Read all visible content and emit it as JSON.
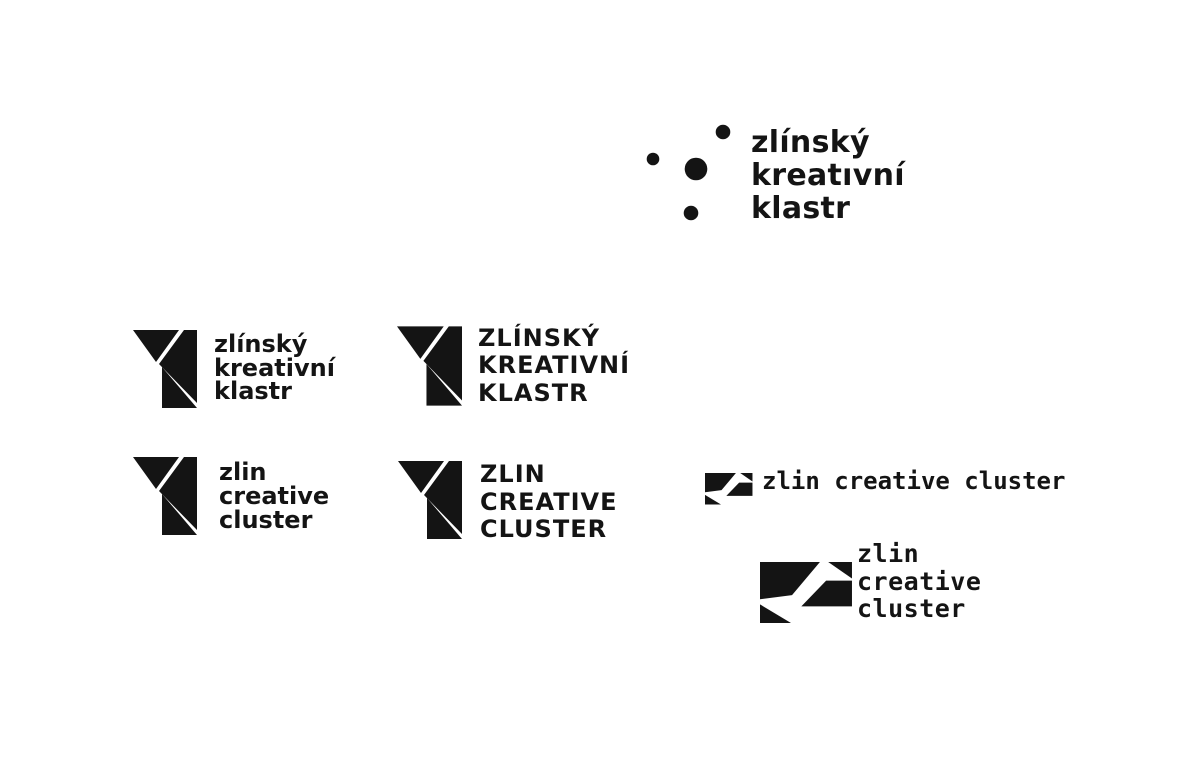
{
  "page": {
    "background": "#ffffff",
    "ink": "#141414"
  },
  "primary": {
    "mark": "four-dots-cluster",
    "lines": [
      "zlínský",
      "kreatıvní",
      "klastr"
    ]
  },
  "stencil_cz_lower": {
    "mark": "triangle-k-vertical",
    "lines": [
      "zlínský",
      "kreativní",
      "klastr"
    ]
  },
  "stencil_cz_upper": {
    "mark": "triangle-k-vertical",
    "lines": [
      "ZLÍNSKÝ",
      "KREATIVNÍ",
      "KLASTR"
    ]
  },
  "stencil_en_lower": {
    "mark": "triangle-k-vertical",
    "lines": [
      "zlin",
      "creative",
      "cluster"
    ]
  },
  "stencil_en_upper": {
    "mark": "triangle-k-vertical",
    "lines": [
      "ZLIN",
      "CREATIVE",
      "CLUSTER"
    ]
  },
  "display_en_inline": {
    "mark": "triangle-k-horizontal",
    "text": "zlin creative cluster"
  },
  "display_en_stacked": {
    "mark": "triangle-k-horizontal",
    "lines": [
      "zlin",
      "creative",
      "cluster"
    ]
  }
}
